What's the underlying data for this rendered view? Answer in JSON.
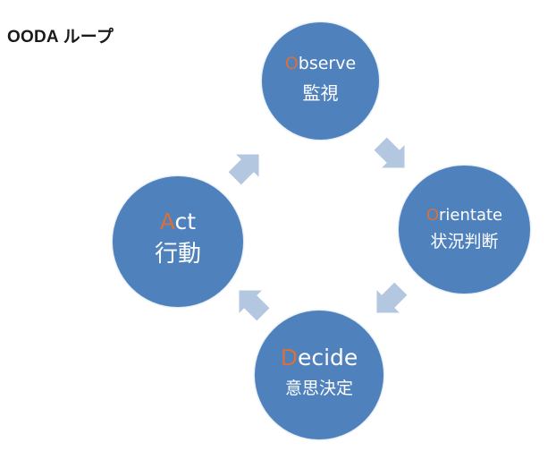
{
  "title": "OODA ループ",
  "colors": {
    "circle_fill": "#4f81bd",
    "arrow_fill": "#b4c7e0",
    "initial_letter": "#d8703a",
    "text": "#ffffff"
  },
  "nodes": [
    {
      "id": "observe",
      "initial": "O",
      "rest": "bserve",
      "ja": "監視"
    },
    {
      "id": "orientate",
      "initial": "O",
      "rest": "rientate",
      "ja": "状況判断"
    },
    {
      "id": "decide",
      "initial": "D",
      "rest": "ecide",
      "ja": "意思決定"
    },
    {
      "id": "act",
      "initial": "A",
      "rest": "ct",
      "ja": "行動"
    }
  ],
  "arrows": [
    {
      "from": "observe",
      "to": "orientate",
      "icon": "arrow-down-right-icon"
    },
    {
      "from": "orientate",
      "to": "decide",
      "icon": "arrow-down-left-icon"
    },
    {
      "from": "decide",
      "to": "act",
      "icon": "arrow-up-left-icon"
    },
    {
      "from": "act",
      "to": "observe",
      "icon": "arrow-up-right-icon"
    }
  ]
}
